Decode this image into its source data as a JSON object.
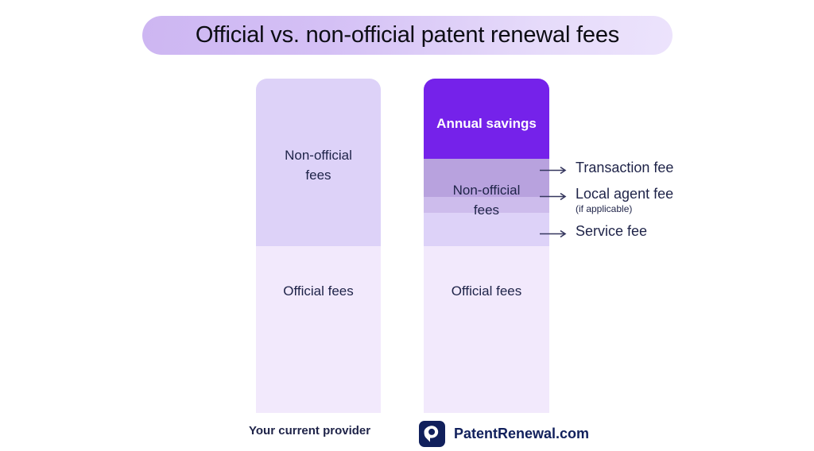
{
  "title": {
    "text": "Official vs. non-official patent renewal fees",
    "pill_gradient_from": "#cdb6f2",
    "pill_gradient_to": "#ece3fc"
  },
  "chart_data": {
    "type": "bar",
    "title": "Official vs. non-official patent renewal fees",
    "xlabel": "",
    "ylabel": "",
    "categories": [
      "Your current provider",
      "PatentRenewal.com"
    ],
    "stacked": true,
    "series": [
      {
        "name": "Official fees",
        "values": [
          50,
          50
        ],
        "color": "#f2e9fc"
      },
      {
        "name": "Non-official fees",
        "values": [
          50,
          26
        ],
        "color": "#ddd2f8"
      },
      {
        "name": "Annual savings",
        "values": [
          0,
          24
        ],
        "color": "#7522ea"
      }
    ],
    "right_bar_breakdown": [
      {
        "label": "Transaction fee",
        "color": "#b8a2de",
        "share": 11
      },
      {
        "label": "Local agent fee",
        "color": "#cdbcec",
        "share": 5
      },
      {
        "label": "Service fee",
        "color": "#ddd2f8",
        "share": 10
      }
    ],
    "legend_position": "below-bars",
    "grid": false
  },
  "bars": {
    "left": {
      "caption": "Your current provider",
      "segments": [
        {
          "name": "non-official",
          "label": "Non-official\nfees",
          "color": "#ddd2f8"
        },
        {
          "name": "official",
          "label": "Official fees",
          "color": "#f2e9fc"
        }
      ],
      "nonofficial_label_line1": "Non-official",
      "nonofficial_label_line2": "fees",
      "official_label": "Official fees"
    },
    "right": {
      "caption": "PatentRenewal.com",
      "savings_label": "Annual savings",
      "nonofficial_label_line1": "Non-official",
      "nonofficial_label_line2": "fees",
      "official_label": "Official fees",
      "savings_color": "#7522ea"
    }
  },
  "callouts": [
    {
      "label": "Transaction fee",
      "sub": ""
    },
    {
      "label": "Local agent fee",
      "sub": "(if applicable)"
    },
    {
      "label": "Service fee",
      "sub": ""
    }
  ],
  "footer": {
    "left_caption": "Your current provider",
    "brand_name": "PatentRenewal.com",
    "brand_logo_color": "#11205c"
  }
}
